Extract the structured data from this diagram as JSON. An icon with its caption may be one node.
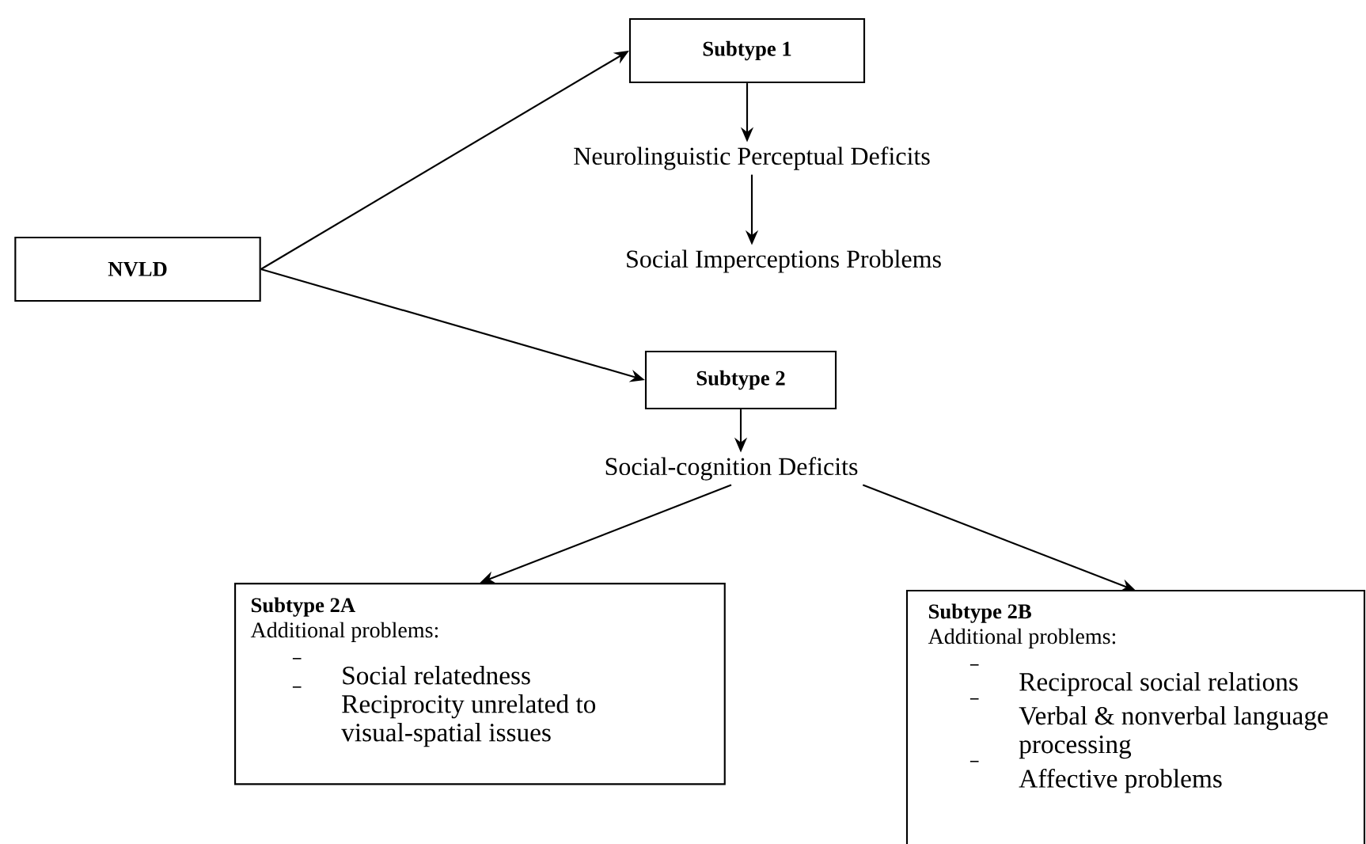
{
  "diagram": {
    "nodes": [
      {
        "text": [
          "NVLD"
        ]
      },
      {
        "text": [
          "Subtype 1"
        ]
      },
      {
        "text": [
          "Neurolinguistic Perceptual Deficits"
        ]
      },
      {
        "text": [
          "Social Imperceptions Problems"
        ]
      },
      {
        "text": [
          "Subtype 2"
        ]
      },
      {
        "text": [
          "Social-cognition Deficits"
        ]
      },
      {
        "text": [
          "Subtype 2A",
          "Additional problems:",
          "Social relatedness",
          "Reciprocity unrelated to visual-spatial issues"
        ]
      },
      {
        "text": [
          "Subtype 2B",
          "Additional problems:",
          "Reciprocal social relations",
          "Verbal & nonverbal language processing",
          "Affective problems"
        ]
      }
    ],
    "edges": [
      {
        "from": 0,
        "to": 1,
        "arrow": "to"
      },
      {
        "from": 0,
        "to": 4,
        "arrow": "to"
      },
      {
        "from": 1,
        "to": 2,
        "arrow": "to"
      },
      {
        "from": 2,
        "to": 3,
        "arrow": "to"
      },
      {
        "from": 4,
        "to": 5,
        "arrow": "to"
      },
      {
        "from": 5,
        "to": 6,
        "arrow": "to"
      },
      {
        "from": 5,
        "to": 7,
        "arrow": "to"
      }
    ]
  }
}
